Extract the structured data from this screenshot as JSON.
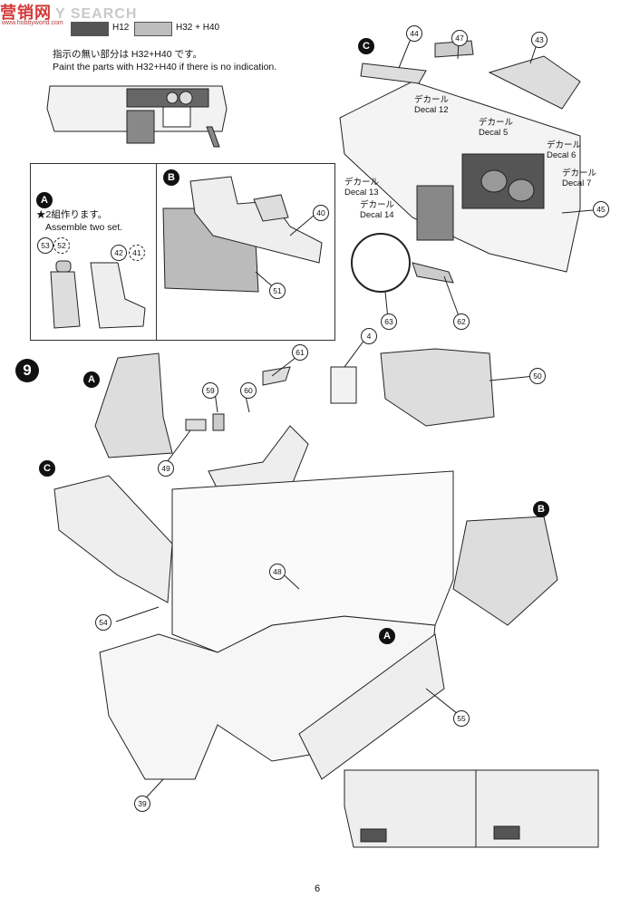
{
  "watermark": {
    "brand_cn": "营销网",
    "brand_en": "Y SEARCH",
    "sub": "www.hobbyworld.com"
  },
  "paint": {
    "swatch1_label": "H12",
    "swatch2_label": "H32 + H40",
    "swatch1_color": "#555555",
    "swatch2_color": "#bdbdbd",
    "note_jp": "指示の無い部分は H32+H40 です。",
    "note_en": "Paint the parts with H32+H40 if there is no indication."
  },
  "subassembly_a": {
    "label": "A",
    "note_jp": "★2組作ります。",
    "note_en": "Assemble two set.",
    "parts": [
      "53",
      "52",
      "42",
      "41"
    ]
  },
  "subassembly_b": {
    "label": "B",
    "parts": [
      "40",
      "51"
    ]
  },
  "subassembly_c": {
    "label": "C",
    "parts": [
      "44",
      "47",
      "43",
      "45",
      "63",
      "62"
    ],
    "decals": [
      {
        "jp": "デカール",
        "en": "Decal",
        "num": "12"
      },
      {
        "jp": "デカール",
        "en": "Decal",
        "num": "5"
      },
      {
        "jp": "デカール",
        "en": "Decal",
        "num": "6"
      },
      {
        "jp": "デカール",
        "en": "Decal",
        "num": "7"
      },
      {
        "jp": "デカール",
        "en": "Decal",
        "num": "13"
      },
      {
        "jp": "デカール",
        "en": "Decal",
        "num": "14"
      }
    ]
  },
  "step9": {
    "number": "9",
    "labels": [
      "A",
      "C",
      "B",
      "A"
    ],
    "parts": [
      "61",
      "4",
      "50",
      "59",
      "60",
      "49",
      "48",
      "54",
      "55",
      "39"
    ]
  },
  "page_number": "6"
}
